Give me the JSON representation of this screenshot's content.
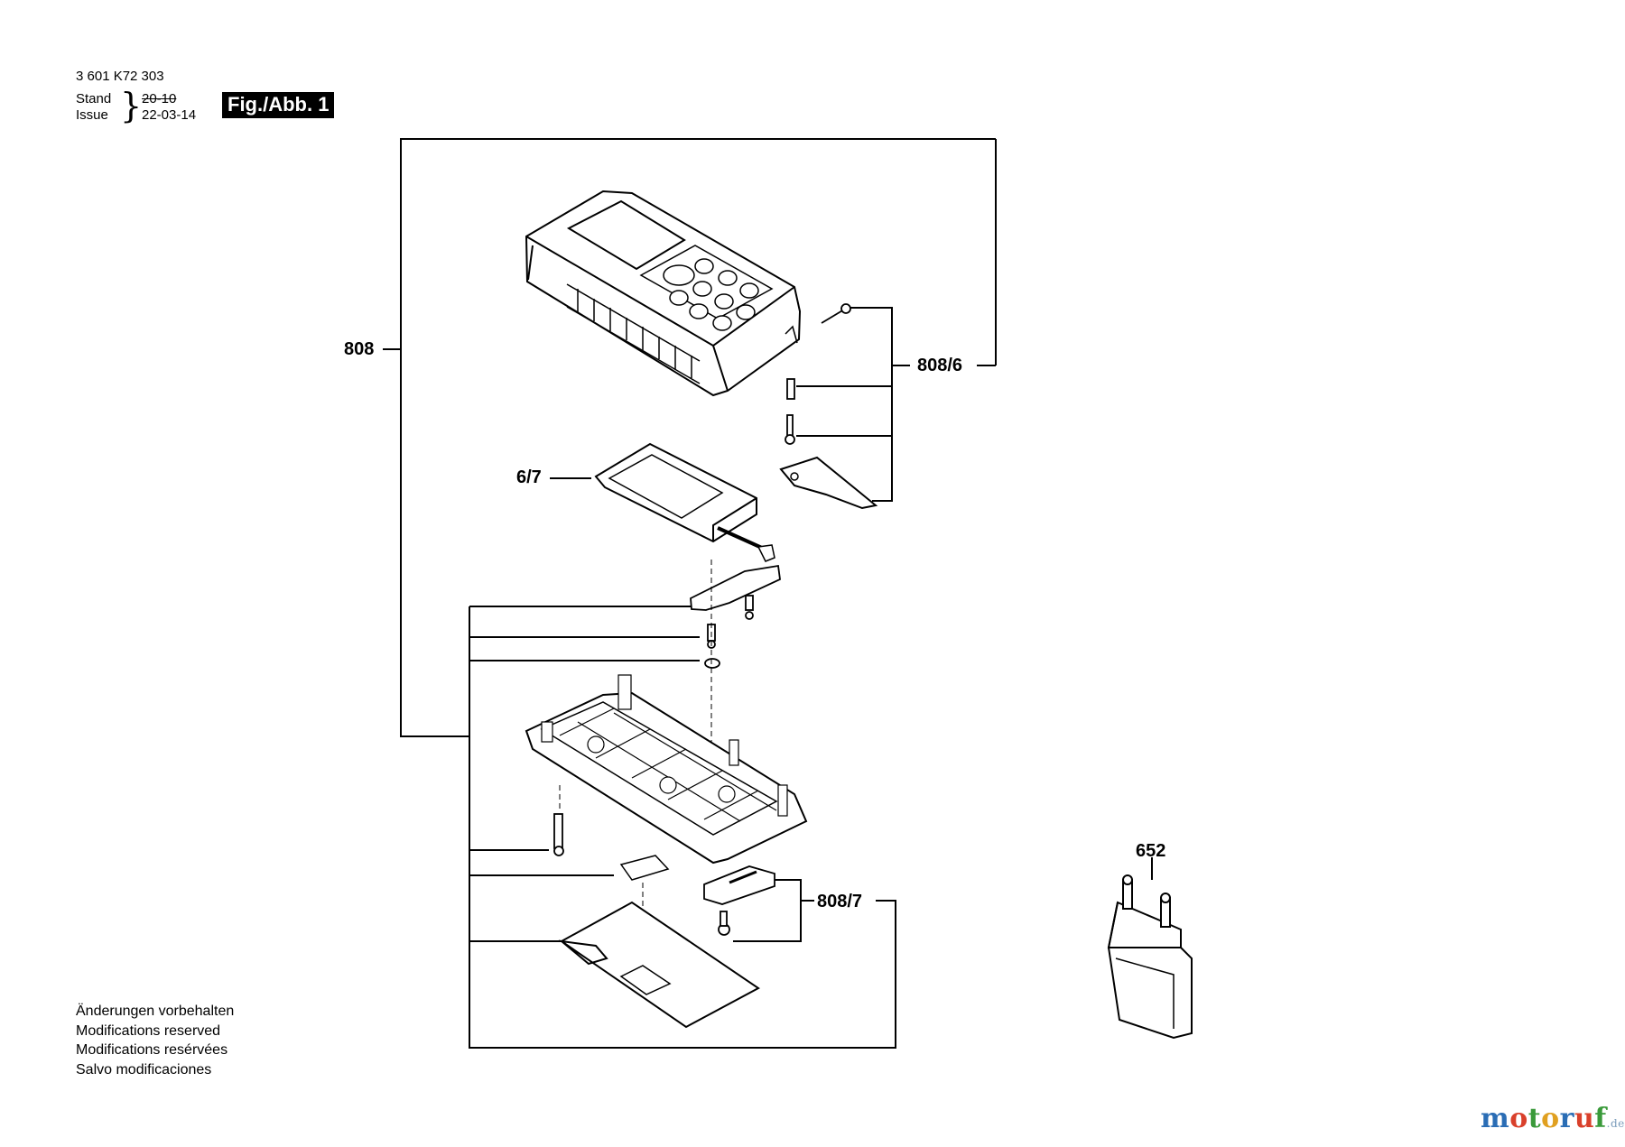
{
  "header": {
    "part_number": "3 601 K72 303",
    "stand_label": "Stand",
    "issue_label": "Issue",
    "stand_date_struck": "20-10",
    "issue_date": "22-03-14",
    "figure_label": "Fig./Abb. 1"
  },
  "parts": {
    "p808": "808",
    "p808_6": "808/6",
    "p6_7": "6/7",
    "p808_7": "808/7",
    "p652": "652"
  },
  "notes": [
    "Änderungen vorbehalten",
    "Modifications reserved",
    "Modifications resérvées",
    "Salvo modificaciones"
  ],
  "brand": {
    "name": "motoruf",
    "suffix": ".de",
    "colors": [
      "#2a6db5",
      "#d9402b",
      "#3a9a3a",
      "#e0a020",
      "#2a6db5",
      "#d9402b",
      "#3a9a3a"
    ]
  }
}
